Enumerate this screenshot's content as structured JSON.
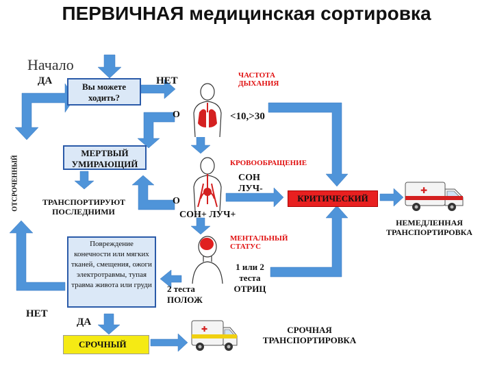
{
  "title": "ПЕРВИЧНАЯ медицинская сортировка",
  "start": "Начало",
  "yes_top": "ДА",
  "no_top": "НЕТ",
  "walk_question": "Вы можете ходить?",
  "o_letter_1": "О",
  "o_letter_2": "О",
  "breathing_label": "ЧАСТОТА ДЫХАНИЯ",
  "breathing_values": "<10,>30",
  "dead_box": "МЕРТВЫЙ УМИРАЮЩИЙ",
  "deferred_vertical": "ОТСРОЧЕННЫЙ",
  "circulation_label": "КРОВООБРАЩЕНИЕ",
  "cap_refill_minus": "СОН ЛУЧ-",
  "cap_refill_plus": "СОН+ ЛУЧ+",
  "critical_box": "КРИТИЧЕСКИЙ",
  "transport_last": "ТРАНСПОРТИРУЮТ ПОСЛЕДНИМИ",
  "immediate_transport": "НЕМЕДЛЕННАЯ ТРАНСПОРТИРОВКА",
  "mental_label": "МЕНТАЛЬНЫЙ СТАТУС",
  "injury_box": "Повреждение конечности или мягких тканей, смещения, ожоги электротравмы, тупая травма живота или груди",
  "one_or_two_tests": "1 или 2 теста ОТРИЦ",
  "two_tests_pos": "2 теста ПОЛОЖ",
  "no_bottom": "НЕТ",
  "yes_bottom": "ДА",
  "urgent_box": "СРОЧНЫЙ",
  "urgent_transport": "СРОЧНАЯ ТРАНСПОРТИРОВКА",
  "icons": [
    "human-torso-lungs-icon",
    "human-circulation-icon",
    "human-head-brain-icon",
    "ambulance-icon"
  ],
  "colors": {
    "arrow": "#4f94d9",
    "box_fill": "#dbe8f7",
    "box_border": "#2a5aa8",
    "critical": "#e82020",
    "urgent": "#f5ea14",
    "label_red": "#e01010"
  }
}
